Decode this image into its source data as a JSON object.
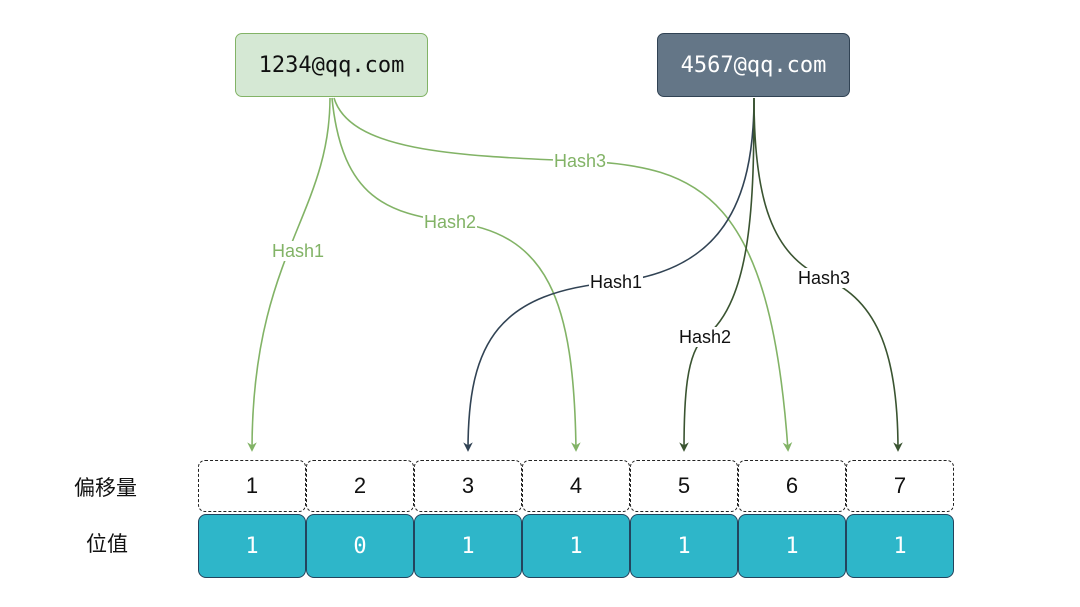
{
  "nodes": {
    "a": {
      "label": "1234@qq.com"
    },
    "b": {
      "label": "4567@qq.com"
    }
  },
  "edges": [
    {
      "id": "a-h1",
      "from": "a",
      "label": "Hash1",
      "target": 1,
      "color": "#82b366"
    },
    {
      "id": "a-h2",
      "from": "a",
      "label": "Hash2",
      "target": 4,
      "color": "#82b366"
    },
    {
      "id": "a-h3",
      "from": "a",
      "label": "Hash3",
      "target": 6,
      "color": "#82b366"
    },
    {
      "id": "b-h1",
      "from": "b",
      "label": "Hash1",
      "target": 3,
      "color": "#314354"
    },
    {
      "id": "b-h2",
      "from": "b",
      "label": "Hash2",
      "target": 5,
      "color": "#3a5431"
    },
    {
      "id": "b-h3",
      "from": "b",
      "label": "Hash3",
      "target": 7,
      "color": "#3a5431"
    }
  ],
  "rows": {
    "offset_label": "偏移量",
    "bit_label": "位值"
  },
  "offsets": [
    "1",
    "2",
    "3",
    "4",
    "5",
    "6",
    "7"
  ],
  "bits": [
    "1",
    "0",
    "1",
    "1",
    "1",
    "1",
    "1"
  ],
  "colors": {
    "node_a_fill": "#d5e8d4",
    "node_a_border": "#82b366",
    "node_b_fill": "#647687",
    "node_b_border": "#314354",
    "bit_fill": "#2eb6c9",
    "green_arrow": "#82b366",
    "dark_arrow": "#314354",
    "darkgreen_arrow": "#3a5431"
  }
}
